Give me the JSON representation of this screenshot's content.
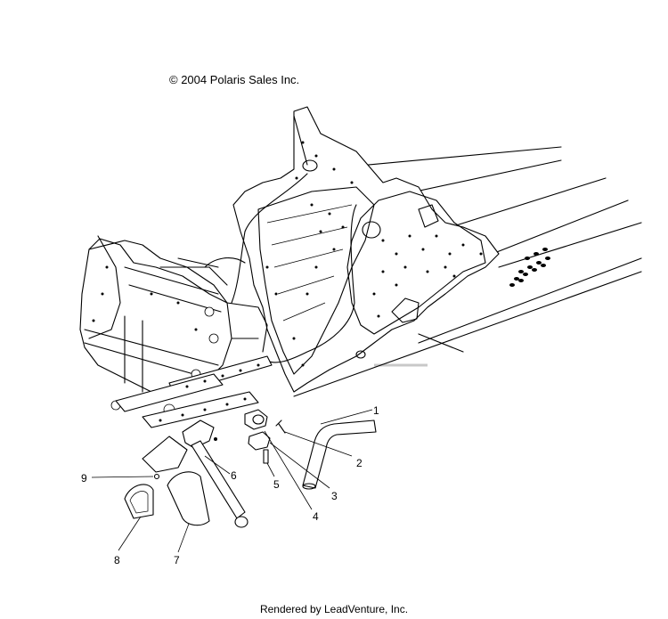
{
  "copyright": "© 2004 Polaris Sales Inc.",
  "footer": "Rendered by LeadVenture, Inc.",
  "callouts": [
    {
      "id": "1",
      "label": "1"
    },
    {
      "id": "2",
      "label": "2"
    },
    {
      "id": "3",
      "label": "3"
    },
    {
      "id": "4",
      "label": "4"
    },
    {
      "id": "5",
      "label": "5"
    },
    {
      "id": "6",
      "label": "6"
    },
    {
      "id": "7",
      "label": "7"
    },
    {
      "id": "8",
      "label": "8"
    },
    {
      "id": "9",
      "label": "9"
    }
  ]
}
